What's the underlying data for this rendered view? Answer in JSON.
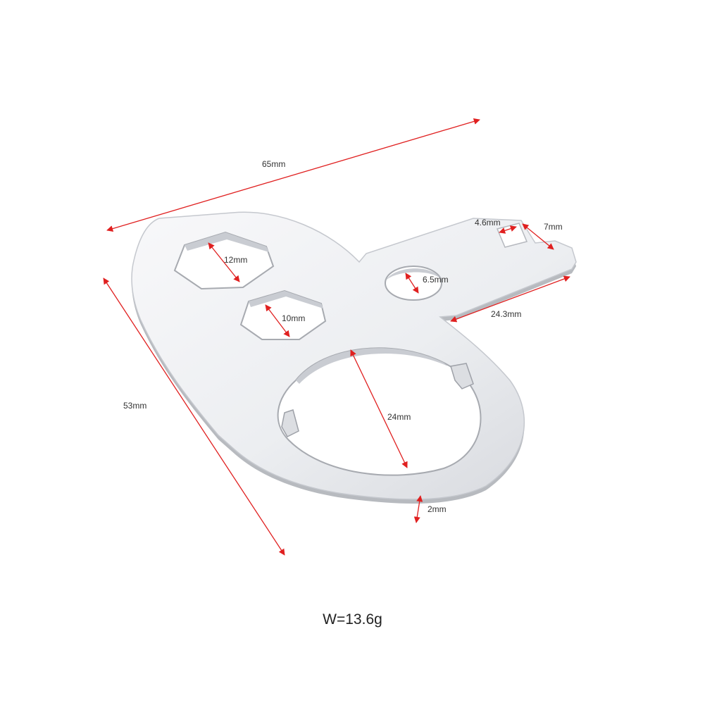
{
  "dimensions": {
    "overall_length": "65mm",
    "overall_height": "53mm",
    "hex_large": "12mm",
    "hex_small": "10mm",
    "small_hole": "6.5mm",
    "large_ring": "24mm",
    "tab_width": "4.6mm",
    "tab_length": "7mm",
    "arm_length": "24.3mm",
    "thickness": "2mm"
  },
  "weight": "W=13.6g",
  "colors": {
    "dimension_line": "#e02020",
    "metal_light": "#f6f6f8",
    "metal_mid": "#d9dbe0",
    "metal_dark": "#a9acb3"
  }
}
